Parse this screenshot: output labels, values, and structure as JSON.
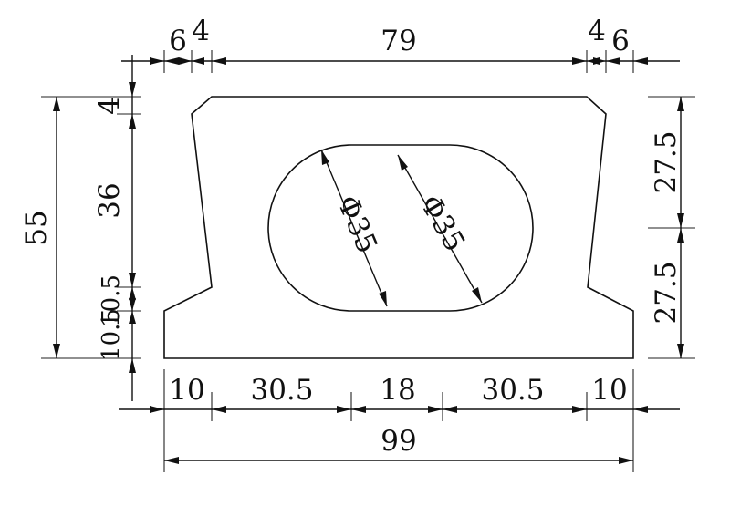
{
  "dimensions": {
    "top": {
      "d6_left": "6",
      "d4_left": "4",
      "d79": "79",
      "d4_right": "4",
      "d6_right": "6"
    },
    "left": {
      "d55": "55",
      "d4": "4",
      "d36": "36",
      "d10_5_a": "10.5",
      "d10_5_b": "10.5"
    },
    "right": {
      "d27_5_top": "27.5",
      "d27_5_bottom": "27.5"
    },
    "bottom": {
      "d10_left": "10",
      "d30_5_left": "30.5",
      "d18": "18",
      "d30_5_right": "30.5",
      "d10_right": "10",
      "d99": "99"
    },
    "hole": {
      "diameter_left": "Φ35",
      "diameter_right": "Φ35"
    }
  },
  "colors": {
    "ink": "#111111",
    "background": "#ffffff",
    "watermark": "#f1b7b7"
  }
}
